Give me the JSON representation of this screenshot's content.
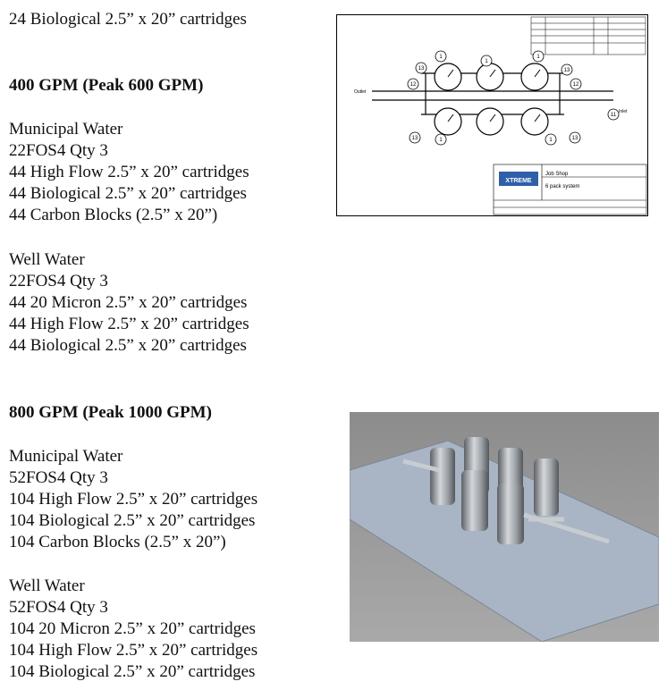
{
  "intro": {
    "line": "24 Biological 2.5” x 20” cartridges"
  },
  "section_400": {
    "heading": "400 GPM (Peak 600 GPM)",
    "municipal": {
      "title": "Municipal Water",
      "lines": [
        "22FOS4 Qty 3",
        "44 High Flow 2.5” x 20” cartridges",
        "44 Biological 2.5” x 20” cartridges",
        "44 Carbon Blocks (2.5” x 20”)"
      ]
    },
    "well": {
      "title": "Well Water",
      "lines": [
        "22FOS4 Qty 3",
        "44 20 Micron 2.5” x 20” cartridges",
        "44 High Flow 2.5” x 20” cartridges",
        "44 Biological 2.5” x 20” cartridges"
      ]
    }
  },
  "section_800": {
    "heading": "800 GPM (Peak 1000 GPM)",
    "municipal": {
      "title": "Municipal Water",
      "lines": [
        "52FOS4 Qty 3",
        "104 High Flow 2.5” x 20” cartridges",
        "104 Biological 2.5” x 20” cartridges",
        "104 Carbon Blocks (2.5” x 20”)"
      ]
    },
    "well": {
      "title": "Well Water",
      "lines": [
        "52FOS4 Qty 3",
        "104 20 Micron 2.5” x 20” cartridges",
        "104 High Flow 2.5” x 20” cartridges",
        "104 Biological 2.5” x 20” cartridges"
      ]
    }
  },
  "drawing": {
    "title_block": {
      "company": "Job Shop",
      "title": "6 pack system",
      "logo": "XTREME"
    },
    "inlet_label": "Outlet",
    "outlet_label": "Inlet",
    "callouts": [
      "1",
      "11",
      "12",
      "13"
    ]
  }
}
